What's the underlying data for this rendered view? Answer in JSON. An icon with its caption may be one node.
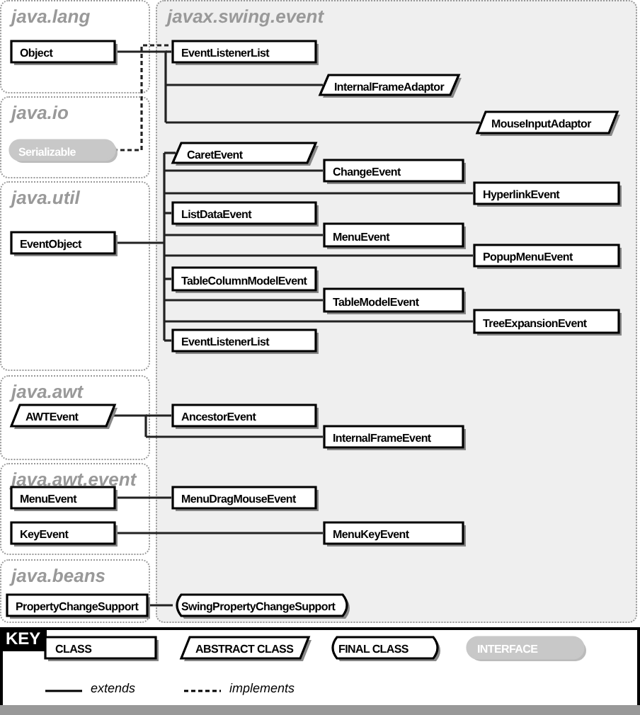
{
  "diagram": {
    "nodes": [
      {
        "text": [
          "java.lang"
        ]
      },
      {
        "text": [
          "Object"
        ],
        "in": 0
      },
      {
        "text": [
          "java.io"
        ]
      },
      {
        "text": [
          "Serializable"
        ],
        "in": 2
      },
      {
        "text": [
          "java.util"
        ]
      },
      {
        "text": [
          "EventObject"
        ],
        "in": 4
      },
      {
        "text": [
          "java.awt"
        ]
      },
      {
        "text": [
          "AWTEvent"
        ],
        "in": 6
      },
      {
        "text": [
          "java.awt.event"
        ]
      },
      {
        "text": [
          "MenuEvent"
        ],
        "in": 8
      },
      {
        "text": [
          "KeyEvent"
        ],
        "in": 8
      },
      {
        "text": [
          "java.beans"
        ]
      },
      {
        "text": [
          "PropertyChangeSupport"
        ],
        "in": 11
      },
      {
        "text": [
          "javax.swing.event"
        ]
      },
      {
        "text": [
          "EventListenerList"
        ],
        "in": 13
      },
      {
        "text": [
          "InternalFrameAdaptor"
        ],
        "in": 13
      },
      {
        "text": [
          "MouseInputAdaptor"
        ],
        "in": 13
      },
      {
        "text": [
          "CaretEvent"
        ],
        "in": 13
      },
      {
        "text": [
          "ChangeEvent"
        ],
        "in": 13
      },
      {
        "text": [
          "HyperlinkEvent"
        ],
        "in": 13
      },
      {
        "text": [
          "ListDataEvent"
        ],
        "in": 13
      },
      {
        "text": [
          "MenuEvent"
        ],
        "in": 13
      },
      {
        "text": [
          "PopupMenuEvent"
        ],
        "in": 13
      },
      {
        "text": [
          "TableColumnModelEvent"
        ],
        "in": 13
      },
      {
        "text": [
          "TableModelEvent"
        ],
        "in": 13
      },
      {
        "text": [
          "TreeExpansionEvent"
        ],
        "in": 13
      },
      {
        "text": [
          "EventListenerList"
        ],
        "in": 13
      },
      {
        "text": [
          "AncestorEvent"
        ],
        "in": 13
      },
      {
        "text": [
          "InternalFrameEvent"
        ],
        "in": 13
      },
      {
        "text": [
          "MenuDragMouseEvent"
        ],
        "in": 13
      },
      {
        "text": [
          "MenuKeyEvent"
        ],
        "in": 13
      },
      {
        "text": [
          "SwingPropertyChangeSupport"
        ],
        "in": 13
      }
    ],
    "edges": [
      {
        "from": 1,
        "to": 14,
        "arrow": "none"
      },
      {
        "from": 1,
        "to": 15,
        "arrow": "none"
      },
      {
        "from": 1,
        "to": 16,
        "arrow": "none"
      },
      {
        "from": 3,
        "to": 14,
        "arrow": "none",
        "style": "dashed"
      },
      {
        "from": 5,
        "to": 17,
        "arrow": "none"
      },
      {
        "from": 5,
        "to": 18,
        "arrow": "none"
      },
      {
        "from": 5,
        "to": 19,
        "arrow": "none"
      },
      {
        "from": 5,
        "to": 20,
        "arrow": "none"
      },
      {
        "from": 5,
        "to": 21,
        "arrow": "none"
      },
      {
        "from": 5,
        "to": 22,
        "arrow": "none"
      },
      {
        "from": 5,
        "to": 23,
        "arrow": "none"
      },
      {
        "from": 5,
        "to": 24,
        "arrow": "none"
      },
      {
        "from": 5,
        "to": 25,
        "arrow": "none"
      },
      {
        "from": 5,
        "to": 26,
        "arrow": "none"
      },
      {
        "from": 7,
        "to": 27,
        "arrow": "none"
      },
      {
        "from": 7,
        "to": 28,
        "arrow": "none"
      },
      {
        "from": 9,
        "to": 29,
        "arrow": "none"
      },
      {
        "from": 10,
        "to": 30,
        "arrow": "none"
      },
      {
        "from": 12,
        "to": 31,
        "arrow": "none"
      }
    ],
    "labels": [
      "KEY"
    ],
    "legend": [
      {
        "text": "CLASS"
      },
      {
        "text": "ABSTRACT CLASS"
      },
      {
        "text": "FINAL CLASS"
      },
      {
        "text": "INTERFACE"
      },
      {
        "text": "extends"
      },
      {
        "text": "implements"
      }
    ]
  }
}
